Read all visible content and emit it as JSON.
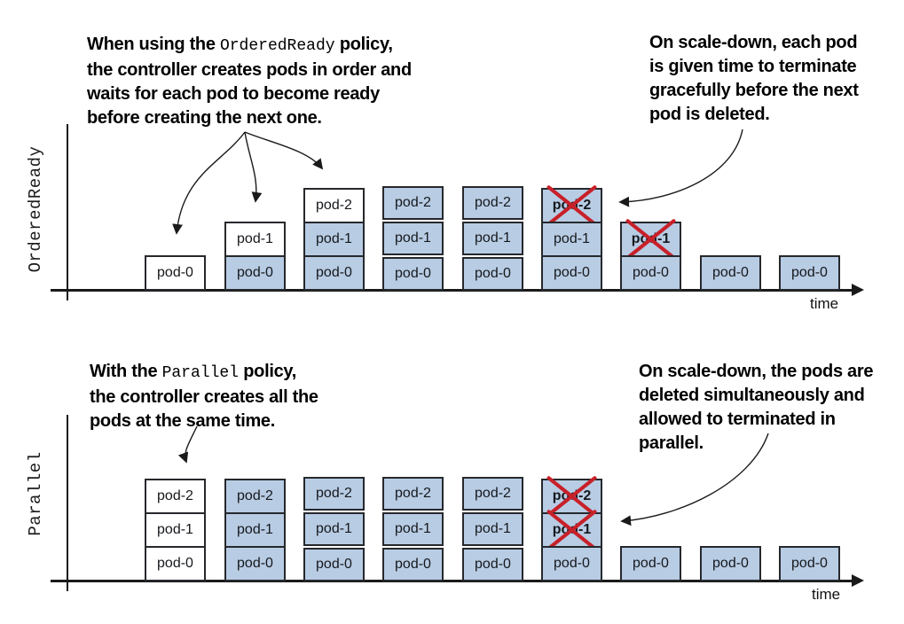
{
  "figure": {
    "name": "StatefulSet pod management policy diagram"
  },
  "colors": {
    "pod_blue": "#b8cce4",
    "pod_white": "#ffffff",
    "pod_border": "#26282c",
    "cross_red": "#c82029",
    "line_black": "#1a1a1a"
  },
  "charts": [
    {
      "axis_label": "OrderedReady",
      "time_label": "time",
      "columns": [
        {
          "joined": true,
          "cells": [
            {
              "label": "pod-0",
              "fill": "white"
            }
          ]
        },
        {
          "joined": true,
          "cells": [
            {
              "label": "pod-1",
              "fill": "white"
            },
            {
              "label": "pod-0",
              "fill": "blue"
            }
          ]
        },
        {
          "joined": true,
          "cells": [
            {
              "label": "pod-2",
              "fill": "white"
            },
            {
              "label": "pod-1",
              "fill": "blue"
            },
            {
              "label": "pod-0",
              "fill": "blue"
            }
          ]
        },
        {
          "joined": false,
          "cells": [
            {
              "label": "pod-2",
              "fill": "blue"
            },
            {
              "label": "pod-1",
              "fill": "blue"
            },
            {
              "label": "pod-0",
              "fill": "blue"
            }
          ]
        },
        {
          "joined": false,
          "cells": [
            {
              "label": "pod-2",
              "fill": "blue"
            },
            {
              "label": "pod-1",
              "fill": "blue"
            },
            {
              "label": "pod-0",
              "fill": "blue"
            }
          ]
        },
        {
          "joined": true,
          "cells": [
            {
              "label": "pod-2",
              "fill": "blue",
              "crossed": true
            },
            {
              "label": "pod-1",
              "fill": "blue"
            },
            {
              "label": "pod-0",
              "fill": "blue"
            }
          ]
        },
        {
          "joined": true,
          "cells": [
            {
              "label": "pod-1",
              "fill": "blue",
              "crossed": true
            },
            {
              "label": "pod-0",
              "fill": "blue"
            }
          ]
        },
        {
          "joined": true,
          "cells": [
            {
              "label": "pod-0",
              "fill": "blue"
            }
          ]
        },
        {
          "joined": true,
          "cells": [
            {
              "label": "pod-0",
              "fill": "blue"
            }
          ]
        }
      ]
    },
    {
      "axis_label": "Parallel",
      "time_label": "time",
      "columns": [
        {
          "joined": true,
          "cells": [
            {
              "label": "pod-2",
              "fill": "white"
            },
            {
              "label": "pod-1",
              "fill": "white"
            },
            {
              "label": "pod-0",
              "fill": "white"
            }
          ]
        },
        {
          "joined": true,
          "cells": [
            {
              "label": "pod-2",
              "fill": "blue"
            },
            {
              "label": "pod-1",
              "fill": "blue"
            },
            {
              "label": "pod-0",
              "fill": "blue"
            }
          ]
        },
        {
          "joined": false,
          "cells": [
            {
              "label": "pod-2",
              "fill": "blue"
            },
            {
              "label": "pod-1",
              "fill": "blue"
            },
            {
              "label": "pod-0",
              "fill": "blue"
            }
          ]
        },
        {
          "joined": false,
          "cells": [
            {
              "label": "pod-2",
              "fill": "blue"
            },
            {
              "label": "pod-1",
              "fill": "blue"
            },
            {
              "label": "pod-0",
              "fill": "blue"
            }
          ]
        },
        {
          "joined": false,
          "cells": [
            {
              "label": "pod-2",
              "fill": "blue"
            },
            {
              "label": "pod-1",
              "fill": "blue"
            },
            {
              "label": "pod-0",
              "fill": "blue"
            }
          ]
        },
        {
          "joined": true,
          "cells": [
            {
              "label": "pod-2",
              "fill": "blue",
              "crossed": true
            },
            {
              "label": "pod-1",
              "fill": "blue",
              "crossed": true
            },
            {
              "label": "pod-0",
              "fill": "blue"
            }
          ]
        },
        {
          "joined": true,
          "cells": [
            {
              "label": "pod-0",
              "fill": "blue"
            }
          ]
        },
        {
          "joined": true,
          "cells": [
            {
              "label": "pod-0",
              "fill": "blue"
            }
          ]
        },
        {
          "joined": true,
          "cells": [
            {
              "label": "pod-0",
              "fill": "blue"
            }
          ]
        }
      ]
    }
  ],
  "annotations": [
    {
      "name": "ordered-ready-create-note",
      "lines": [
        [
          {
            "text": "When using the "
          },
          {
            "text": "OrderedReady",
            "mono": true
          },
          {
            "text": " policy,"
          }
        ],
        [
          {
            "text": "the controller creates pods in order and"
          }
        ],
        [
          {
            "text": "waits for each pod to become ready"
          }
        ],
        [
          {
            "text": "before creating the next one."
          }
        ]
      ]
    },
    {
      "name": "ordered-ready-scaledown-note",
      "lines": [
        [
          {
            "text": "On scale-down, each pod"
          }
        ],
        [
          {
            "text": "is given time to terminate"
          }
        ],
        [
          {
            "text": "gracefully before the next"
          }
        ],
        [
          {
            "text": "pod is deleted."
          }
        ]
      ]
    },
    {
      "name": "parallel-create-note",
      "lines": [
        [
          {
            "text": "With the "
          },
          {
            "text": "Parallel",
            "mono": true
          },
          {
            "text": " policy,"
          }
        ],
        [
          {
            "text": "the controller creates all the"
          }
        ],
        [
          {
            "text": "pods at the same time."
          }
        ]
      ]
    },
    {
      "name": "parallel-scaledown-note",
      "lines": [
        [
          {
            "text": "On scale-down, the pods are"
          }
        ],
        [
          {
            "text": "deleted simultaneously and"
          }
        ],
        [
          {
            "text": "allowed to terminated in"
          }
        ],
        [
          {
            "text": "parallel."
          }
        ]
      ]
    }
  ]
}
